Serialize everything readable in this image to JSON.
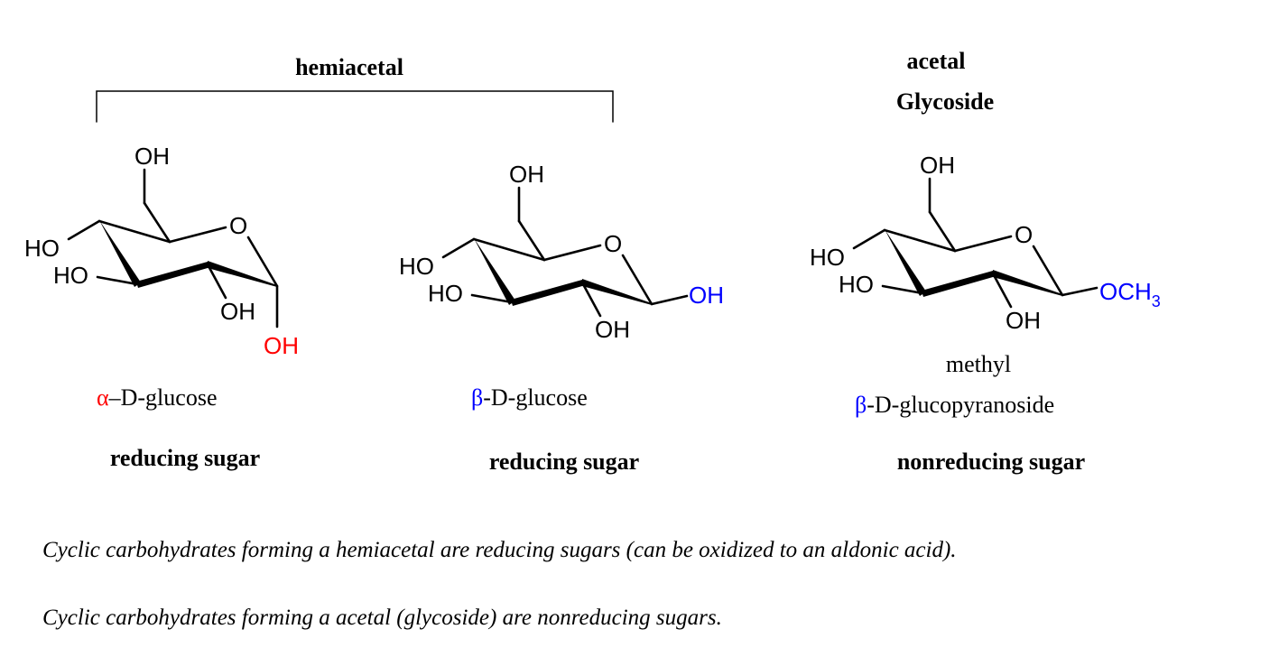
{
  "headings": {
    "hemiacetal": "hemiacetal",
    "acetal": "acetal",
    "glycoside": "Glycoside"
  },
  "atoms": {
    "OH": "OH",
    "HO": "HO",
    "O": "O",
    "OCH": "OCH",
    "sub3": "3"
  },
  "molecules": [
    {
      "prefix": "α",
      "name": "–D-glucose",
      "type": "reducing sugar"
    },
    {
      "prefix": "β",
      "name": "-D-glucose",
      "type": "reducing sugar"
    },
    {
      "line1": "methyl",
      "prefix": "β",
      "name": "-D-glucopyranoside",
      "type": "nonreducing sugar"
    }
  ],
  "notes": [
    "Cyclic carbohydrates forming a hemiacetal are reducing sugars (can be oxidized to an aldonic acid).",
    "Cyclic carbohydrates forming a acetal (glycoside) are nonreducing sugars."
  ],
  "colors": {
    "alpha": "#ff0000",
    "beta": "#0000ff",
    "text": "#000000"
  }
}
